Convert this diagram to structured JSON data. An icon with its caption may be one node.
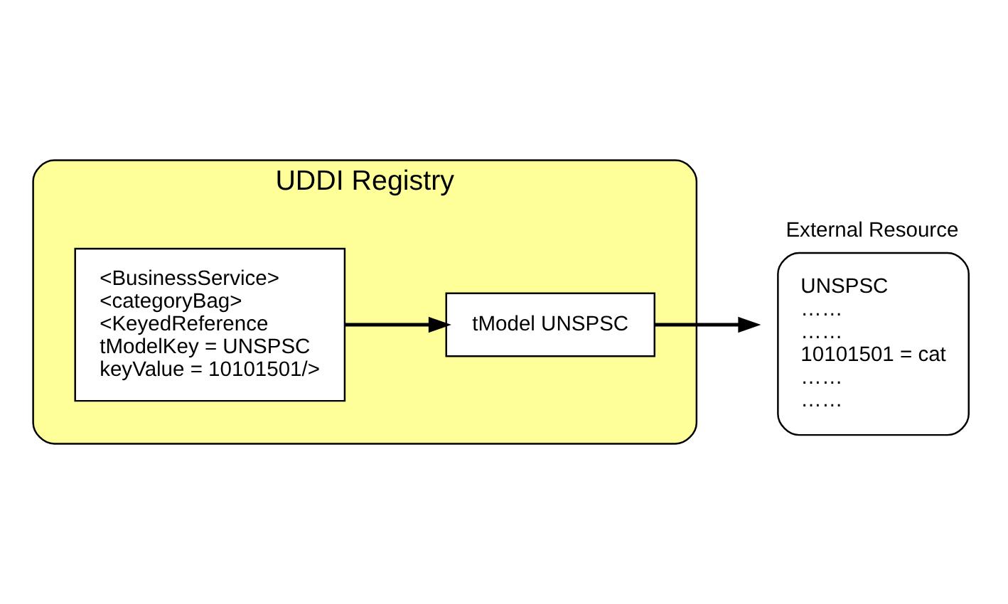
{
  "diagram": {
    "nodes": [
      {
        "text": [
          "UDDI Registry"
        ]
      },
      {
        "text": [
          "<BusinessService>",
          "<categoryBag>",
          "<KeyedReference",
          "tModelKey = UNSPSC",
          "keyValue = 10101501/>"
        ],
        "in": 0
      },
      {
        "text": [
          "tModel UNSPSC"
        ],
        "in": 0
      },
      {
        "text": [
          "External Resource",
          "UNSPSC",
          "……",
          "……",
          "10101501 = cat",
          "……",
          "……"
        ]
      }
    ],
    "edges": [
      {
        "from": 1,
        "to": 2,
        "arrow": "to"
      },
      {
        "from": 2,
        "to": 3,
        "arrow": "to"
      }
    ]
  }
}
